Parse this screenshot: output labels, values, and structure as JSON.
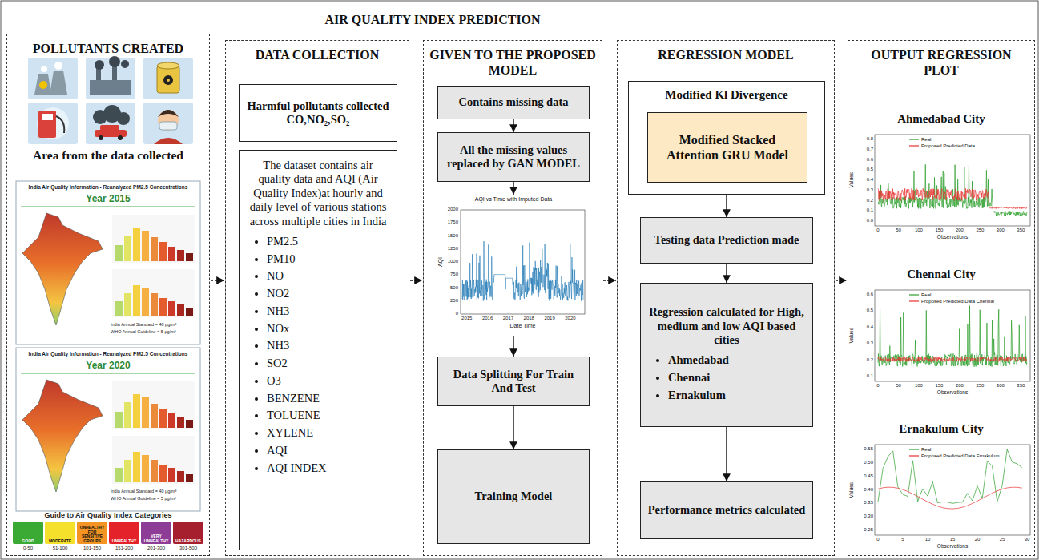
{
  "diagram": {
    "title": "AIR QUALITY INDEX PREDICTION",
    "nodes": [
      {
        "text": [
          "POLLUTANTS CREATED",
          "Area from the data collected"
        ]
      },
      {
        "text": [
          "DATA COLLECTION"
        ]
      },
      {
        "text": [
          "Harmful pollutants collected CO,NO₂,SO₂"
        ],
        "in": 1
      },
      {
        "text": [
          "The dataset contains air quality data and AQI (Air Quality Index)at hourly and daily level of various stations across multiple cities in India",
          "PM2.5",
          "PM10",
          "NO",
          "NO2",
          "NH3",
          "NOx",
          "NH3",
          "SO2",
          "O3",
          "BENZENE",
          "TOLUENE",
          "XYLENE",
          "AQI",
          "AQI INDEX"
        ],
        "in": 1
      },
      {
        "text": [
          "GIVEN TO THE PROPOSED MODEL"
        ]
      },
      {
        "text": [
          "Contains missing data"
        ],
        "in": 4
      },
      {
        "text": [
          "All the missing values replaced by GAN MODEL"
        ],
        "in": 4
      },
      {
        "text": [
          "AQI vs Time with Imputed Data"
        ],
        "in": 4
      },
      {
        "text": [
          "Data Splitting For Train And Test"
        ],
        "in": 4
      },
      {
        "text": [
          "Training Model"
        ],
        "in": 4
      },
      {
        "text": [
          "REGRESSION MODEL"
        ]
      },
      {
        "text": [
          "Modified Kl Divergence"
        ],
        "in": 10
      },
      {
        "text": [
          "Modified Stacked Attention GRU Model"
        ],
        "in": 11
      },
      {
        "text": [
          "Testing data Prediction made"
        ],
        "in": 10
      },
      {
        "text": [
          "Regression calculated for High, medium and low AQI based cities",
          "Ahmedabad",
          "Chennai",
          "Ernakulum"
        ],
        "in": 10
      },
      {
        "text": [
          "Performance metrics calculated"
        ],
        "in": 10
      },
      {
        "text": [
          "OUTPUT REGRESSION PLOT"
        ]
      }
    ],
    "edges": [
      {
        "from": 0,
        "to": 1,
        "arrow": "to"
      },
      {
        "from": 1,
        "to": 4,
        "arrow": "to"
      },
      {
        "from": 4,
        "to": 10,
        "arrow": "to"
      },
      {
        "from": 10,
        "to": 16,
        "arrow": "to"
      },
      {
        "from": 5,
        "to": 6,
        "arrow": "to"
      },
      {
        "from": 6,
        "to": 7,
        "arrow": "to"
      },
      {
        "from": 7,
        "to": 8,
        "arrow": "to"
      },
      {
        "from": 8,
        "to": 9,
        "arrow": "to"
      },
      {
        "from": 11,
        "to": 13,
        "arrow": "to"
      },
      {
        "from": 13,
        "to": 14,
        "arrow": "to"
      },
      {
        "from": 14,
        "to": 15,
        "arrow": "to"
      }
    ],
    "labels": [
      "India Air Quality Information - Reanalyzed PM2.5 Concentrations",
      "Year 2015",
      "India Annual Standard = 40 µg/m³",
      "WHO Annual Guideline = 5 µg/m³",
      "India Air Quality Information - Reanalyzed PM2.5 Concentrations",
      "Year 2020",
      "India Annual Standard = 40 µg/m³",
      "WHO Annual Guideline = 5 µg/m³",
      "Guide to Air Quality Index Categories",
      "0-50",
      "51-100",
      "101-150",
      "151-200",
      "201-300",
      "301-500",
      "AQI",
      "Date Time",
      "2015",
      "2016",
      "2017",
      "2018",
      "2019",
      "2020",
      "0",
      "250",
      "500",
      "750",
      "1000",
      "1250",
      "1500",
      "1750",
      "2000",
      "Ahmedabad City",
      "0.0",
      "0.1",
      "0.2",
      "0.3",
      "0.4",
      "0.5",
      "0.6",
      "0.7",
      "0.8",
      "0",
      "50",
      "100",
      "150",
      "200",
      "250",
      "300",
      "350",
      "Observations",
      "Values",
      "Chennai City",
      "0.1",
      "0.2",
      "0.3",
      "0.4",
      "0.5",
      "0.6",
      "0",
      "50",
      "100",
      "150",
      "200",
      "250",
      "300",
      "350",
      "Observations",
      "Values",
      "Ernakulum City",
      "0.25",
      "0.30",
      "0.35",
      "0.40",
      "0.45",
      "0.50",
      "0.55",
      "0",
      "5",
      "10",
      "15",
      "20",
      "25",
      "30",
      "Observations",
      "Values"
    ],
    "legend": [
      {
        "text": "GOOD",
        "color": "#3aaa35"
      },
      {
        "text": "MODERATE",
        "color": "#f5e12c"
      },
      {
        "text": "UNHEALTHY FOR SENSITIVE GROUPS",
        "color": "#f39423"
      },
      {
        "text": "UNHEALTHY",
        "color": "#e42229"
      },
      {
        "text": "VERY UNHEALTHY",
        "color": "#8e3d97"
      },
      {
        "text": "HAZARDOUS",
        "color": "#a51f2e"
      },
      {
        "text": "Real"
      },
      {
        "text": "Proposed Predicted Data"
      },
      {
        "text": "Real"
      },
      {
        "text": "Proposed Predicted Data Chennai"
      },
      {
        "text": "Real"
      },
      {
        "text": "Proposed Predicted Data Ernakulum"
      }
    ]
  }
}
